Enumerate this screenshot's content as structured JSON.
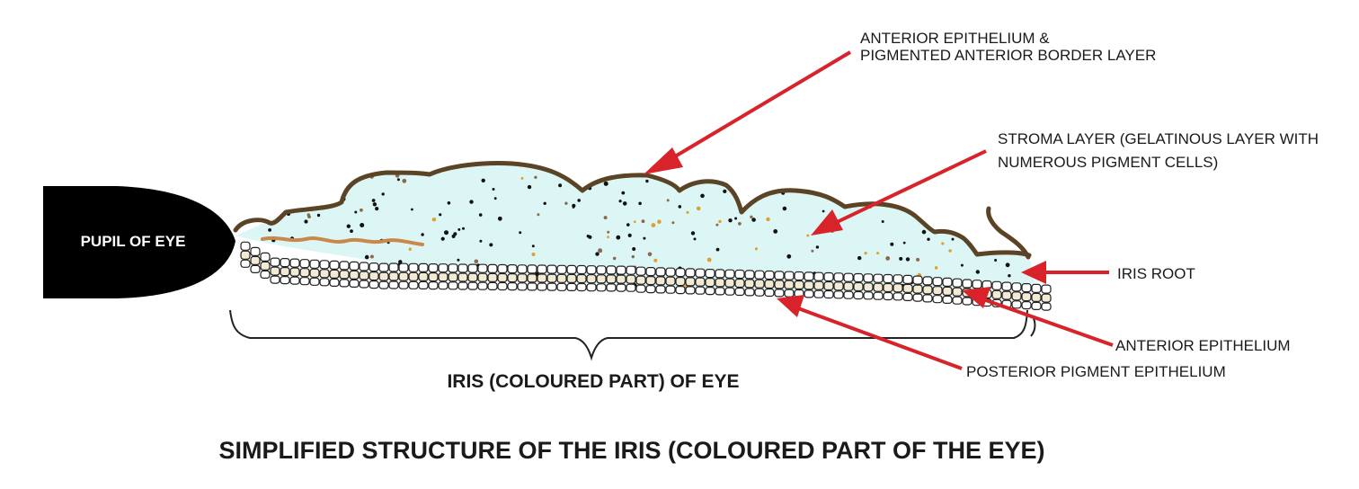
{
  "title": "SIMPLIFIED STRUCTURE OF THE IRIS (COLOURED PART OF THE EYE)",
  "pupil_label": "PUPIL OF EYE",
  "iris_label": "IRIS (COLOURED PART) OF EYE",
  "annotations": {
    "anterior_border": [
      "ANTERIOR EPITHELIUM &",
      "PIGMENTED ANTERIOR BORDER LAYER"
    ],
    "stroma": [
      "STROMA LAYER (GELATINOUS LAYER WITH",
      "NUMEROUS PIGMENT CELLS)"
    ],
    "iris_root": "IRIS ROOT",
    "anterior_epithelium": "ANTERIOR EPITHELIUM",
    "posterior_epithelium": "POSTERIOR PIGMENT EPITHELIUM"
  },
  "colors": {
    "stroma_fill": "#dcf6f6",
    "border_brown": "#5b4326",
    "pigment_tan": "#c9884a",
    "arrow_red": "#d9232a",
    "cell_fill": "#f2ead5",
    "pupil": "#000000"
  }
}
